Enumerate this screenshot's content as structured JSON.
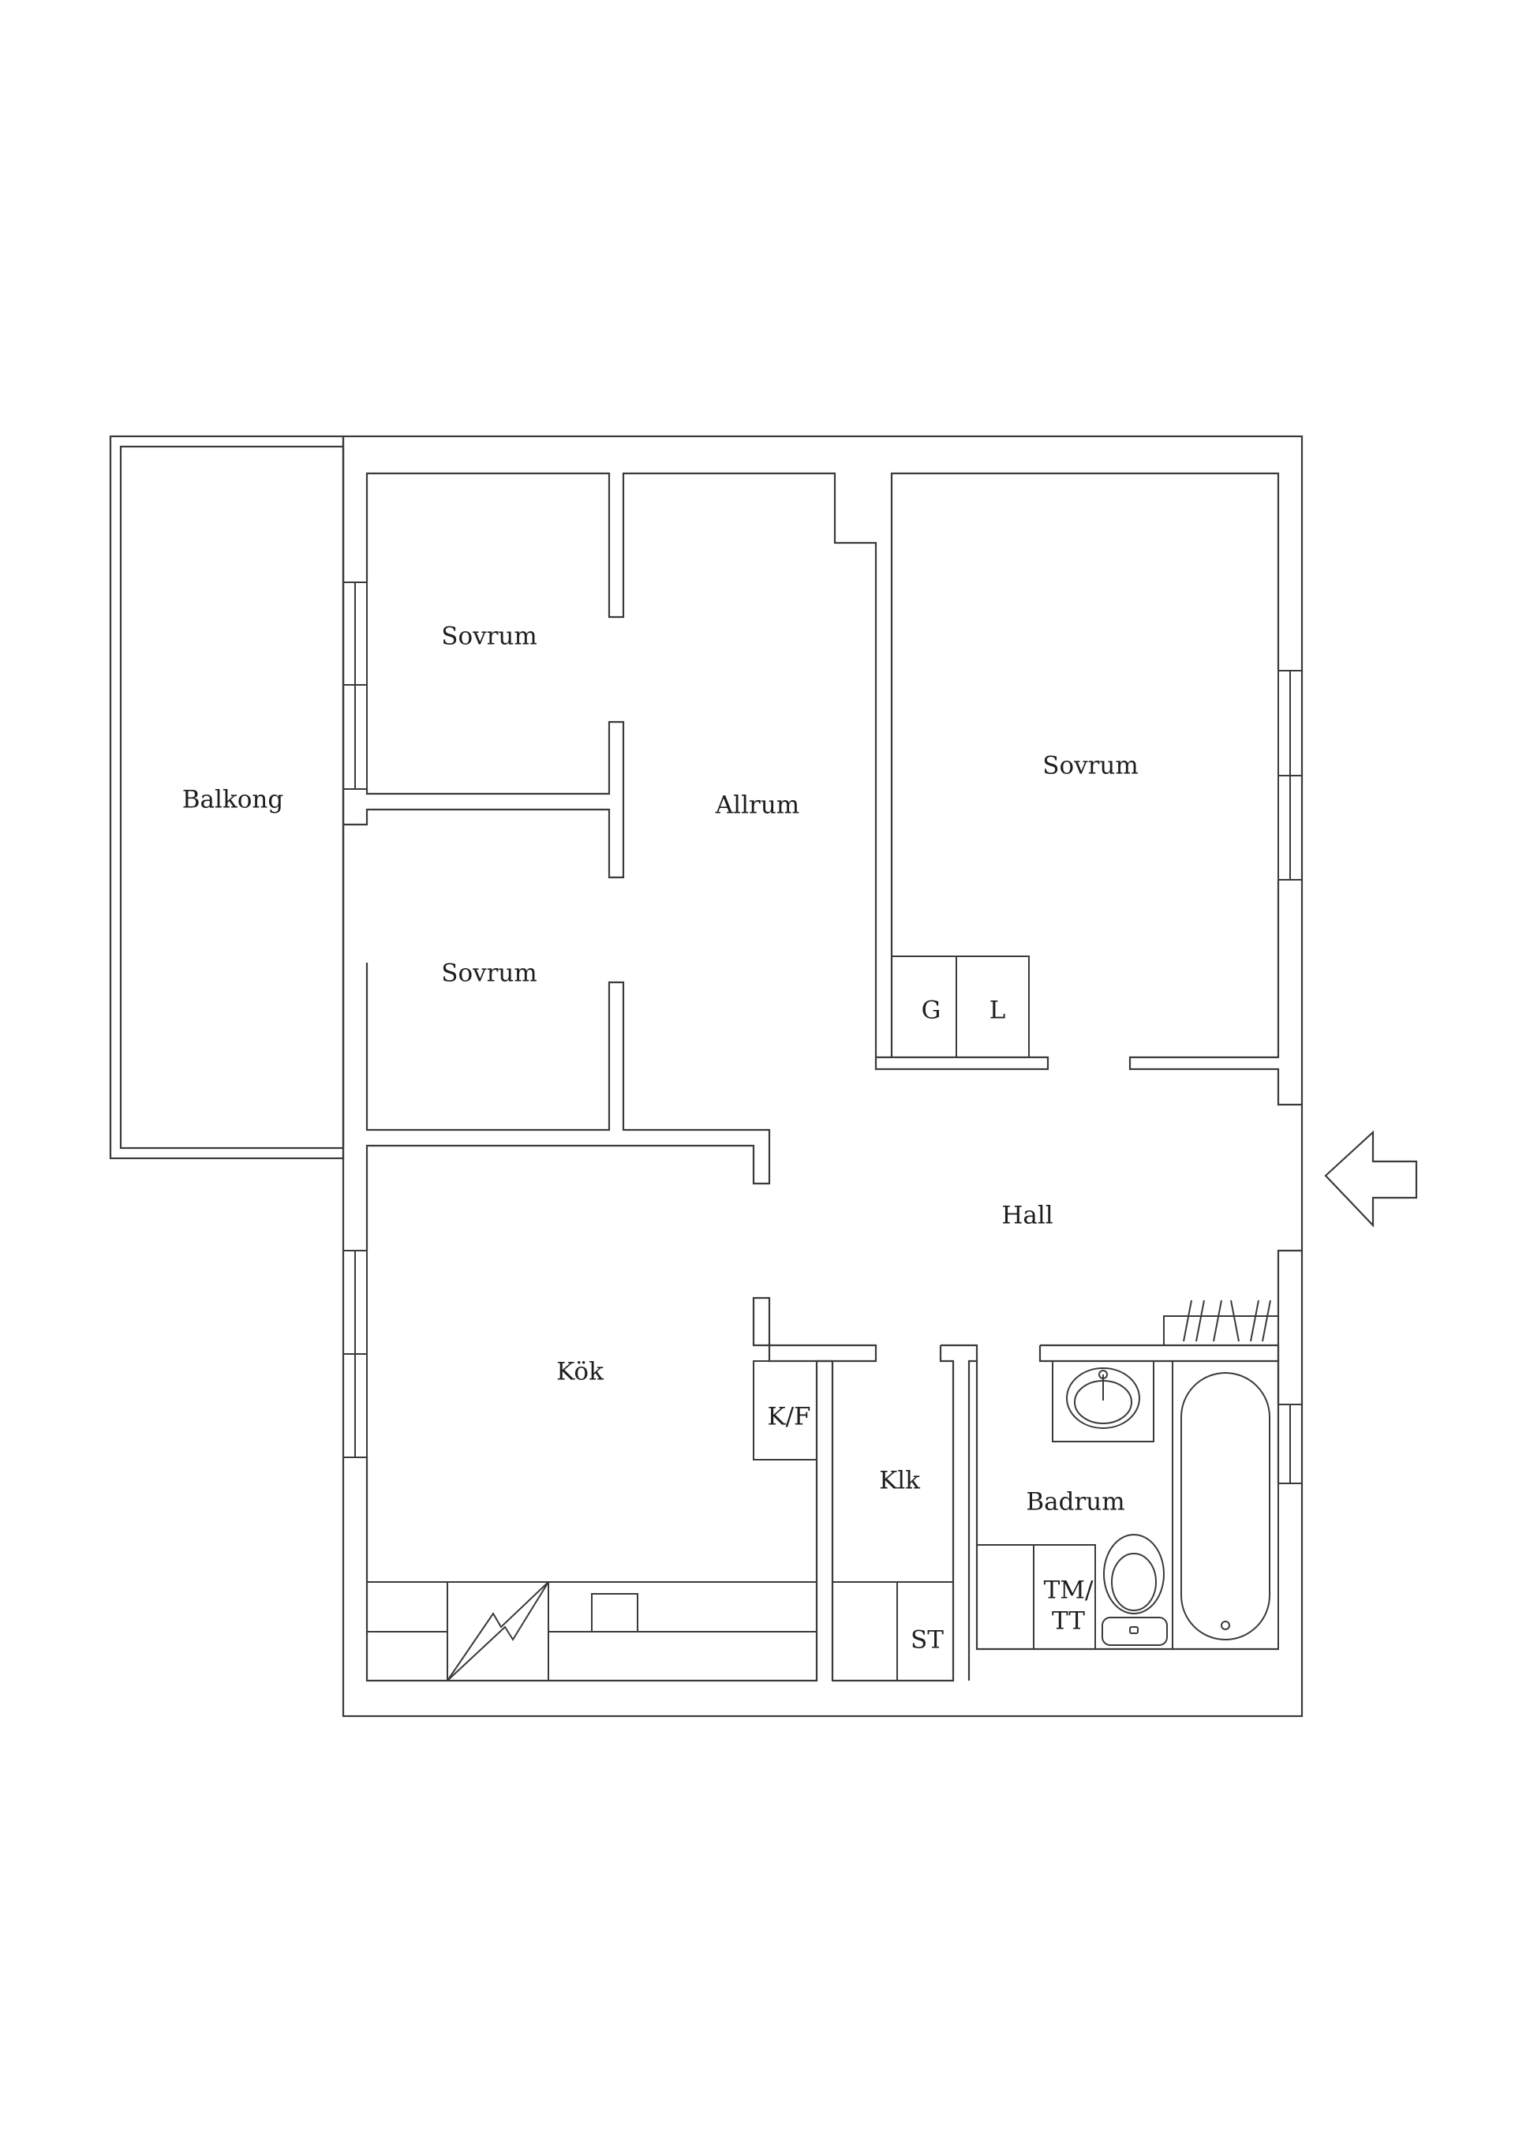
{
  "rooms": {
    "balkong": "Balkong",
    "sovrum_top": "Sovrum",
    "sovrum_mid": "Sovrum",
    "allrum": "Allrum",
    "sovrum_right": "Sovrum",
    "g": "G",
    "l": "L",
    "hall": "Hall",
    "kok": "Kök",
    "kf": "K/F",
    "klk": "Klk",
    "badrum": "Badrum",
    "tm_1": "TM/",
    "tm_2": "TT",
    "st": "ST"
  },
  "colors": {
    "line": "#3a3a3a",
    "background": "#ffffff"
  },
  "icons": [
    "entrance-arrow-icon",
    "stove-icon",
    "sink-icon",
    "toilet-icon",
    "bathtub-icon"
  ]
}
